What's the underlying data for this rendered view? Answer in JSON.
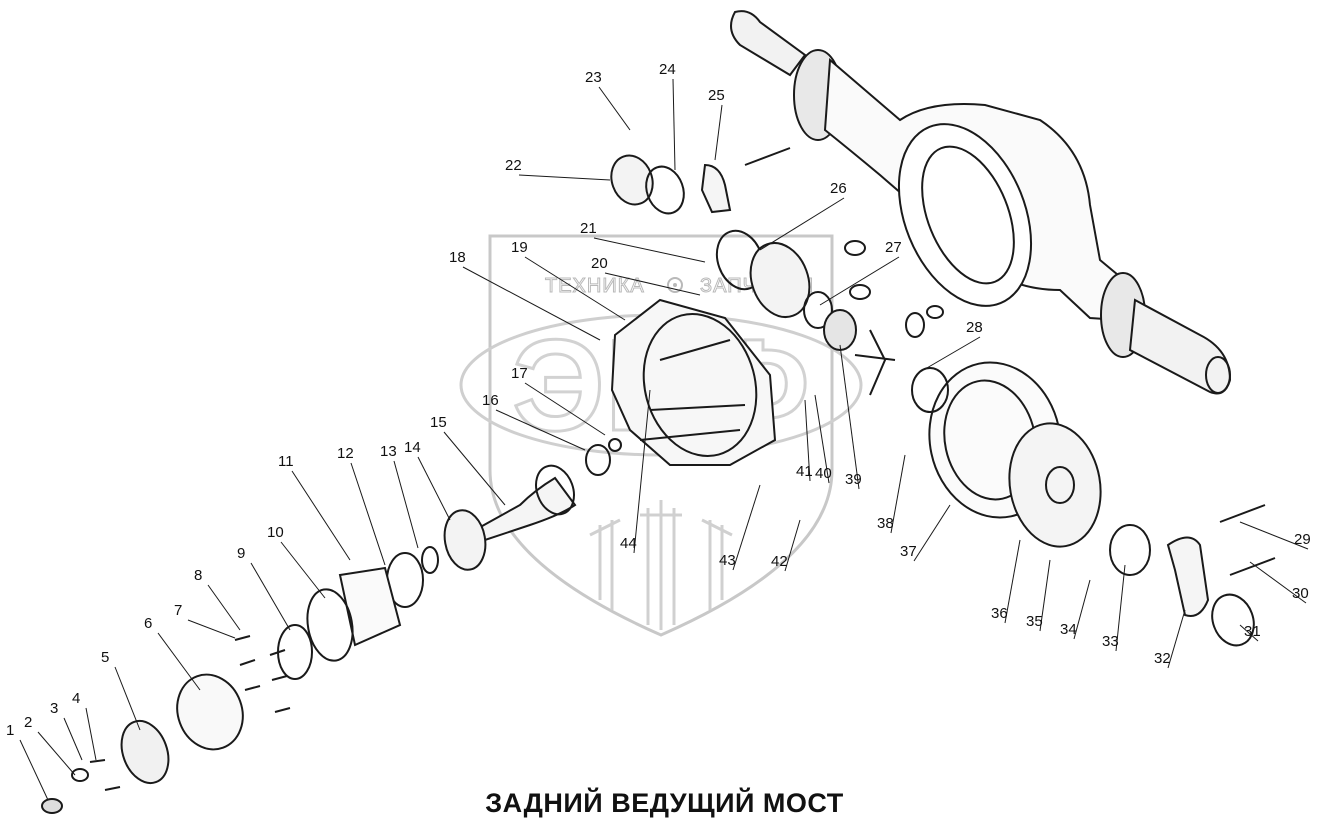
{
  "caption": "ЗАДНИЙ ВЕДУЩИЙ МОСТ",
  "watermark": {
    "word_left": "ТЕХНИКА",
    "word_right": "ЗАПЧАСТИ",
    "logo_letters": "ЭНФ"
  },
  "callouts": [
    {
      "id": "1",
      "label": "1"
    },
    {
      "id": "2",
      "label": "2"
    },
    {
      "id": "3",
      "label": "3"
    },
    {
      "id": "4",
      "label": "4"
    },
    {
      "id": "5",
      "label": "5"
    },
    {
      "id": "6",
      "label": "6"
    },
    {
      "id": "7",
      "label": "7"
    },
    {
      "id": "8",
      "label": "8"
    },
    {
      "id": "9",
      "label": "9"
    },
    {
      "id": "10",
      "label": "10"
    },
    {
      "id": "11",
      "label": "11"
    },
    {
      "id": "12",
      "label": "12"
    },
    {
      "id": "13",
      "label": "13"
    },
    {
      "id": "14",
      "label": "14"
    },
    {
      "id": "15",
      "label": "15"
    },
    {
      "id": "16",
      "label": "16"
    },
    {
      "id": "17",
      "label": "17"
    },
    {
      "id": "18",
      "label": "18"
    },
    {
      "id": "19",
      "label": "19"
    },
    {
      "id": "20",
      "label": "20"
    },
    {
      "id": "21",
      "label": "21"
    },
    {
      "id": "22",
      "label": "22"
    },
    {
      "id": "23",
      "label": "23"
    },
    {
      "id": "24",
      "label": "24"
    },
    {
      "id": "25",
      "label": "25"
    },
    {
      "id": "26",
      "label": "26"
    },
    {
      "id": "27",
      "label": "27"
    },
    {
      "id": "28",
      "label": "28"
    },
    {
      "id": "29",
      "label": "29"
    },
    {
      "id": "30",
      "label": "30"
    },
    {
      "id": "31",
      "label": "31"
    },
    {
      "id": "32",
      "label": "32"
    },
    {
      "id": "33",
      "label": "33"
    },
    {
      "id": "34",
      "label": "34"
    },
    {
      "id": "35",
      "label": "35"
    },
    {
      "id": "36",
      "label": "36"
    },
    {
      "id": "37",
      "label": "37"
    },
    {
      "id": "38",
      "label": "38"
    },
    {
      "id": "39",
      "label": "39"
    },
    {
      "id": "40",
      "label": "40"
    },
    {
      "id": "41",
      "label": "41"
    },
    {
      "id": "42",
      "label": "42"
    },
    {
      "id": "43",
      "label": "43"
    },
    {
      "id": "44",
      "label": "44"
    }
  ]
}
